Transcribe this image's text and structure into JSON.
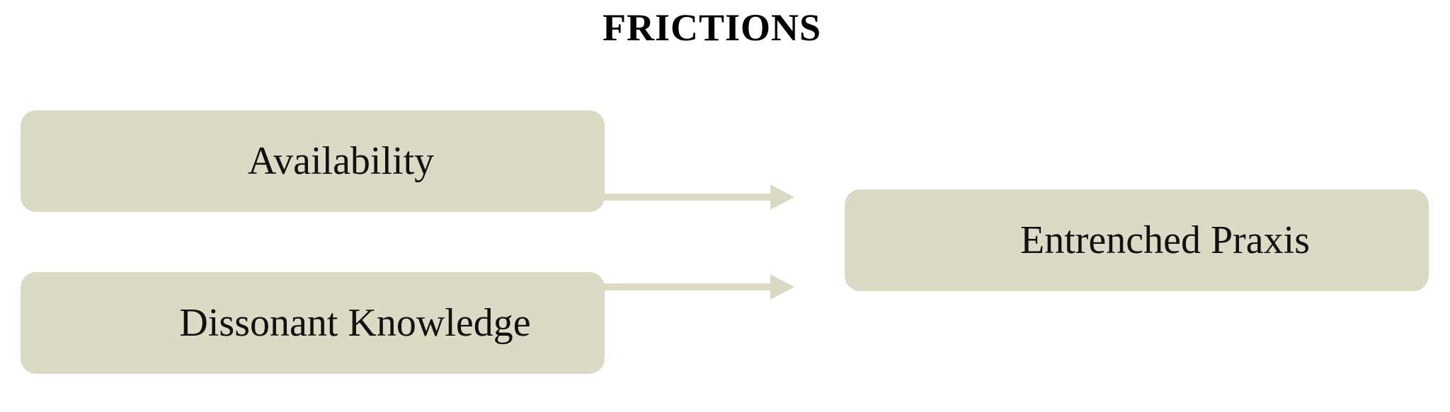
{
  "diagram": {
    "title": "FRICTIONS",
    "nodes": [
      {
        "id": "availability",
        "label": "Availability"
      },
      {
        "id": "dissonant-knowledge",
        "label": "Dissonant Knowledge"
      },
      {
        "id": "entrenched-praxis",
        "label": "Entrenched Praxis"
      }
    ],
    "edges": [
      {
        "from": "availability",
        "to": "entrenched-praxis"
      },
      {
        "from": "dissonant-knowledge",
        "to": "entrenched-praxis"
      }
    ],
    "colors": {
      "box_fill": "#dcd9c4",
      "arrow": "#dcd9c4",
      "text": "#111111"
    }
  }
}
